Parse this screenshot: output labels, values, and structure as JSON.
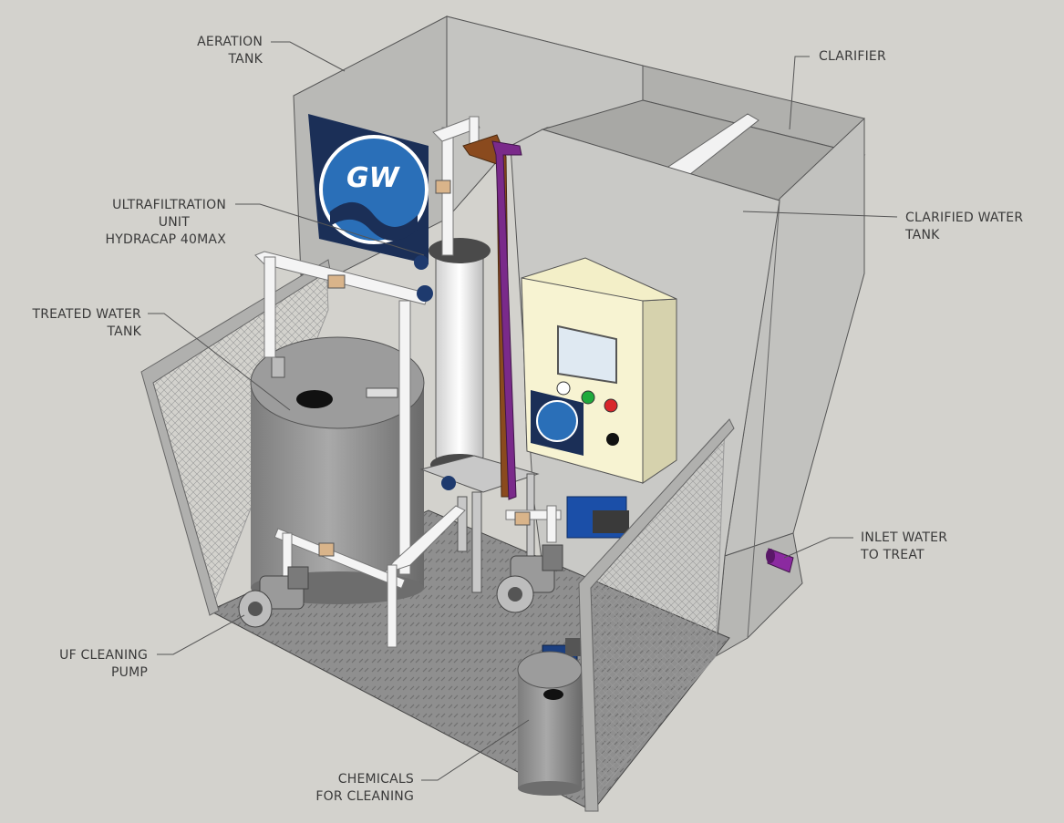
{
  "labels": {
    "aeration_tank": [
      "AERATION",
      "TANK"
    ],
    "clarifier": [
      "CLARIFIER"
    ],
    "ultrafiltration_unit": [
      "ULTRAFILTRATION",
      "UNIT",
      "HYDRACAP 40MAX"
    ],
    "clarified_water_tank": [
      "CLARIFIED WATER",
      "TANK"
    ],
    "treated_water_tank": [
      "TREATED WATER",
      "TANK"
    ],
    "inlet_water": [
      "INLET WATER",
      "TO TREAT"
    ],
    "uf_cleaning_pump": [
      "UF CLEANING",
      "PUMP"
    ],
    "chemicals_for_cleaning": [
      "CHEMICALS",
      "FOR CLEANING"
    ]
  },
  "logo_text": "GW",
  "colors": {
    "background": "#d3d2cd",
    "tank_wall": "#b8b8b6",
    "logo_blue": "#2a6fb8",
    "logo_navy": "#1b2f57",
    "control_panel": "#f3efc8",
    "pipe_white": "#f4f4f4",
    "pipe_purple": "#7a2a8a",
    "pipe_brown": "#8a4a1e",
    "button_green": "#1faa3c",
    "button_red": "#d8262b",
    "motor_blue": "#1b4fa8"
  }
}
